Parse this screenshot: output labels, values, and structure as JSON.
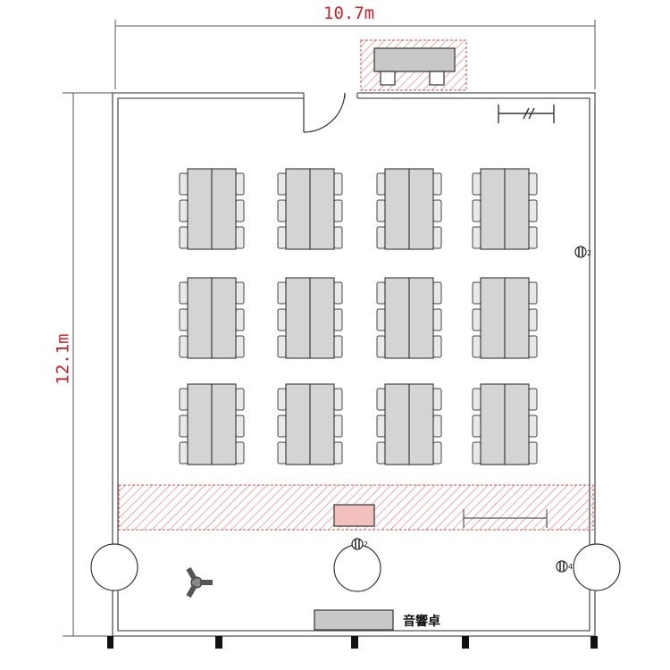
{
  "dimensions": {
    "width_label": "10.7m",
    "height_label": "12.1m"
  },
  "sound_desk_label": "音響卓",
  "outlets": [
    {
      "id": "outlet-east-wall",
      "label": "2"
    },
    {
      "id": "outlet-stage-front",
      "label": "2"
    },
    {
      "id": "outlet-right-column",
      "label": "4"
    }
  ],
  "layout": {
    "table_grid_rows": 3,
    "table_grid_cols": 4,
    "tables_per_cluster": 2,
    "chairs_per_side": 3
  },
  "colors": {
    "dimension": "#d0202a",
    "hatch": "#e08080",
    "table_fill": "#d4d4d4",
    "wall": "#555555"
  }
}
